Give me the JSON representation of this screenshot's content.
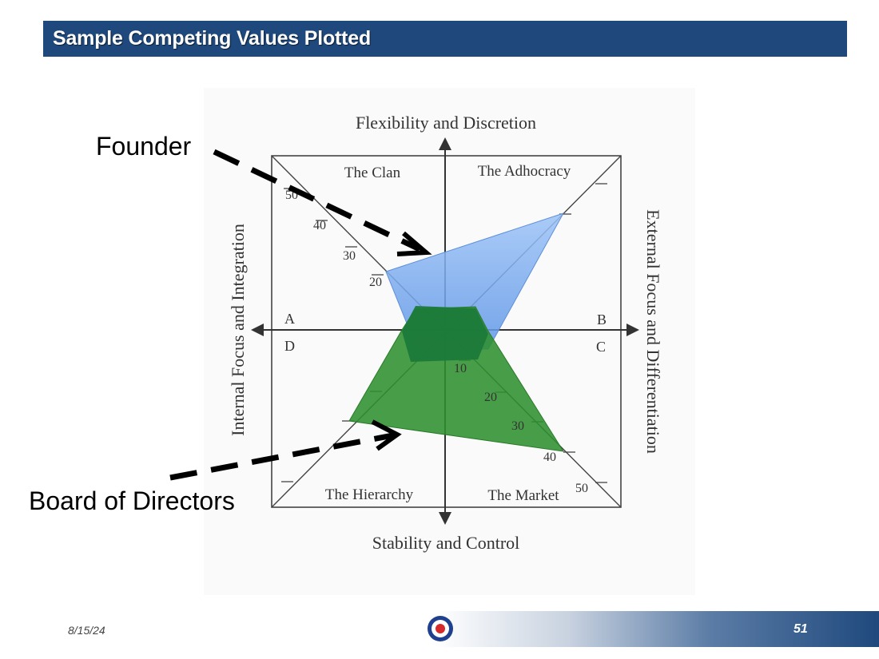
{
  "slide": {
    "title": "Sample Competing Values Plotted",
    "date": "8/15/24",
    "page_number": "51"
  },
  "diagram": {
    "axis_top": "Flexibility and Discretion",
    "axis_bottom": "Stability and Control",
    "axis_left": "Internal Focus and Integration",
    "axis_right": "External Focus and Differentiation",
    "quadrants": {
      "top_left": "The Clan",
      "top_right": "The Adhocracy",
      "bottom_left": "The Hierarchy",
      "bottom_right": "The Market"
    },
    "corner_letters": {
      "a": "A",
      "b": "B",
      "c": "C",
      "d": "D"
    },
    "scale_ticks": {
      "tl_50": "50",
      "tl_40": "40",
      "tl_30": "30",
      "tl_20": "20",
      "br_10": "10",
      "br_20": "20",
      "br_30": "30",
      "br_40": "40",
      "br_50": "50"
    },
    "profiles": [
      {
        "name": "Founder",
        "color": "#7fb0f2",
        "opacity": 0.82
      },
      {
        "name": "Board of Directors",
        "color": "#2f8f2f",
        "opacity": 0.88
      }
    ]
  },
  "callouts": {
    "founder": "Founder",
    "board": "Board of Directors"
  },
  "colors": {
    "title_bar": "#1f497d",
    "footer_band": "#1f497d",
    "overlap": "#1c7a3a"
  }
}
